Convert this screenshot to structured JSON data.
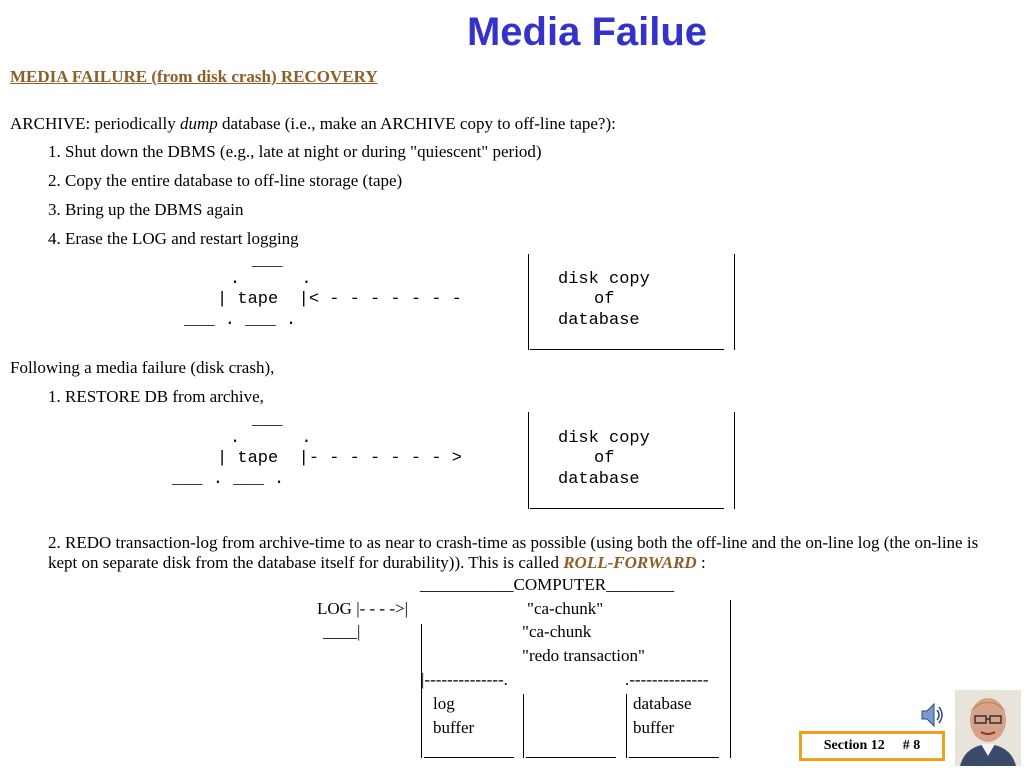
{
  "slide": {
    "title": "Media Failue",
    "subheading": "MEDIA FAILURE (from disk crash) RECOVERY",
    "archive": {
      "prefix": "ARCHIVE: periodically ",
      "emph": "dump",
      "suffix": " database (i.e., make an ARCHIVE copy to off-line tape?):",
      "steps": [
        "1. Shut down the DBMS (e.g., late at night or during \"quiescent\" period)",
        "2. Copy the entire database to off-line storage (tape)",
        "3. Bring up the DBMS again",
        "4. Erase the LOG and restart logging"
      ]
    },
    "diagram1": {
      "tape_top": "___",
      "tape_dots": ".      .",
      "tape_label": "| tape  |< - - - - - - -",
      "tape_bottom": "___ . ___ .",
      "disk_line1": "disk copy",
      "disk_line2": "of",
      "disk_line3": "database"
    },
    "following": "Following a media failure (disk crash),",
    "restore_step": "1. RESTORE DB from archive,",
    "diagram2": {
      "tape_top": "___",
      "tape_dots": ".      .",
      "tape_label": "| tape  |- - - - - - - >",
      "tape_bottom": "___ . ___ .",
      "disk_line1": "disk copy",
      "disk_line2": "of",
      "disk_line3": "database"
    },
    "redo": {
      "text": "2. REDO transaction-log from archive-time to as near to crash-time as possible (using both the off-line and the on-line log (the on-line is kept on separate disk from the database itself for durability)). This is called ",
      "emph": "ROLL-FORWARD",
      "suffix": " :"
    },
    "computer_diagram": {
      "computer_label": "___________COMPUTER________",
      "log_arrow": "LOG |- - - ->|",
      "log_under": "____|",
      "ca_chunk_quoted": "\"ca-chunk\"",
      "ca_chunk": "\"ca-chunk",
      "redo_transaction": "\"redo transaction\"",
      "divider_left": "|--------------.",
      "divider_right": ".--------------",
      "log_text": "log",
      "buffer_text": "buffer",
      "database_text": "database",
      "buffer_text_2": "buffer"
    },
    "footer": {
      "section": "Section 12",
      "page": "# 8"
    },
    "icons": {
      "speaker": "speaker-icon",
      "avatar": "presenter-photo"
    }
  }
}
